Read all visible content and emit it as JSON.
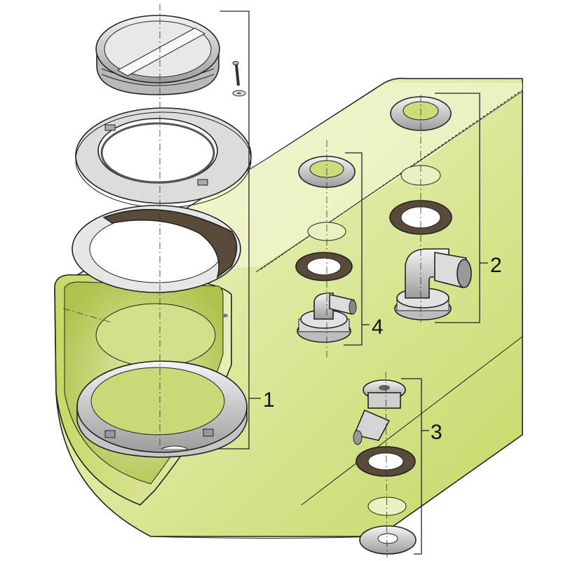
{
  "callouts": [
    {
      "id": "1",
      "label": "1"
    },
    {
      "id": "2",
      "label": "2"
    },
    {
      "id": "3",
      "label": "3"
    },
    {
      "id": "4",
      "label": "4"
    }
  ],
  "colors": {
    "tank_fill": "#dbe79a",
    "tank_fill_light": "#f2f6cf",
    "tank_inner": "#c7d96a",
    "part_grey": "#d9d9d9",
    "part_dark": "#9a9a9a",
    "gasket": "#5a4a3a"
  }
}
